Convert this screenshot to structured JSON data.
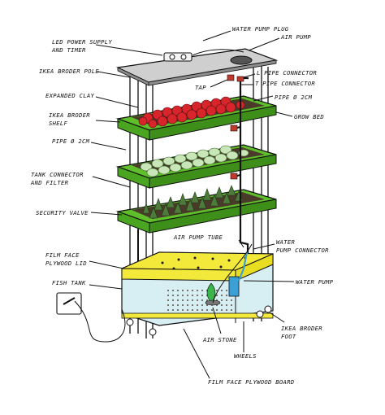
{
  "labels": {
    "led_power_supply": [
      "LED POWER SUPPLY",
      "AND TIMER"
    ],
    "ikea_broder_pole": "IKEA BRODER POLE",
    "expanded_clay": "EXPANDED CLAY",
    "ikea_broder_shelf": [
      "IKEA BRODER",
      "SHELF"
    ],
    "pipe_left": "PIPE Ø 2CM",
    "tank_connector": [
      "TANK CONNECTOR",
      "AND FILTER"
    ],
    "security_valve": "SECURITY VALVE",
    "film_face_lid": [
      "FILM FACE",
      "PLYWOOD LID"
    ],
    "fish_tank": "FISH TANK",
    "water_pump_plug": "WATER PUMP PLUG",
    "air_pump": "AIR PUMP",
    "l_pipe_connector": "L PIPE CONNECTOR",
    "t_pipe_connector": "T PIPE CONNECTOR",
    "tap": "TAP",
    "pipe_right": "PIPE Ø 2CM",
    "grow_bed": "GROW BED",
    "air_pump_tube": "AIR PUMP TUBE",
    "water_pump_connector": [
      "WATER",
      "PUMP CONNECTOR"
    ],
    "water_pump": "WATER PUMP",
    "air_stone": "AIR STONE",
    "wheels": "WHEELS",
    "ikea_broder_foot": [
      "IKEA BRODER",
      "FOOT"
    ],
    "film_face_board": "FILM FACE PLYWOOD BOARD"
  },
  "colors": {
    "shelf_green": "#5fbf2a",
    "shelf_dark": "#3d8f1a",
    "lid_yellow": "#f2e93a",
    "water": "#d7eef3",
    "strawberry": "#d8252b",
    "lettuce_light": "#c9e6b8",
    "lettuce_dark": "#4e7b3c",
    "pipe_red": "#c0392b",
    "pump_blue": "#3aa0d6",
    "pump_green": "#39b54a",
    "soil": "#4a3a2a",
    "top_gray": "#9a9a9a"
  }
}
